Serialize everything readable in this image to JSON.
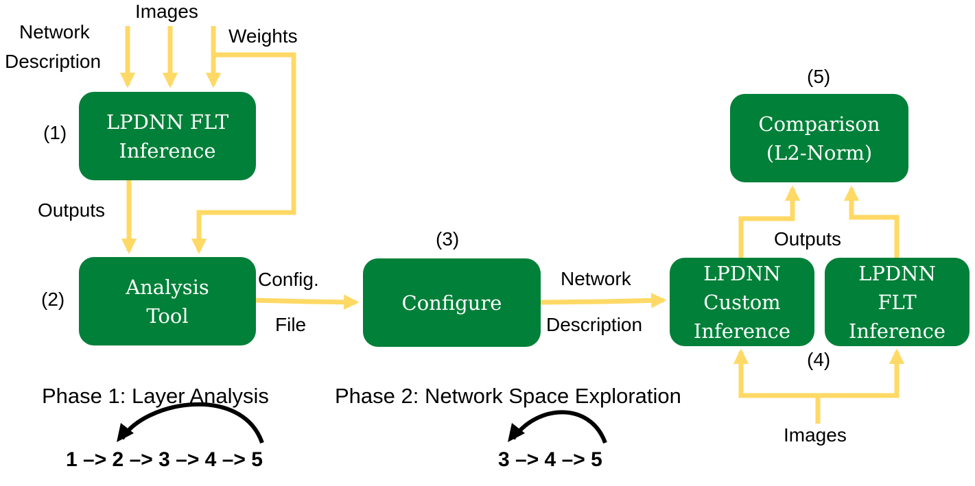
{
  "colors": {
    "box": "#008038",
    "arrow": "#FFD966",
    "text": "#000000",
    "box_text": "#ffffff",
    "curve": "#000000"
  },
  "boxes": {
    "flt_inference_1": "LPDNN FLT\nInference",
    "analysis_tool": "Analysis\nTool",
    "configure": "Configure",
    "comparison": "Comparison\n(L2-Norm)",
    "custom_inference": "LPDNN\nCustom\nInference",
    "flt_inference_4": "LPDNN\nFLT\nInference"
  },
  "step_numbers": {
    "s1": "(1)",
    "s2": "(2)",
    "s3": "(3)",
    "s4": "(4)",
    "s5": "(5)"
  },
  "inputs": {
    "network_description_line1": "Network",
    "network_description_line2": "Description",
    "images_top": "Images",
    "weights": "Weights",
    "images_bottom": "Images"
  },
  "edge_labels": {
    "outputs_left": "Outputs",
    "config_line1": "Config.",
    "config_line2": "File",
    "network_line1": "Network",
    "network_line2": "Description",
    "outputs_right": "Outputs"
  },
  "phases": {
    "phase1_title": "Phase 1: Layer Analysis",
    "phase1_sequence": "1 –> 2 –> 3 –> 4 –> 5",
    "phase2_title": "Phase 2: Network Space Exploration",
    "phase2_sequence": "3 –> 4 –> 5"
  }
}
